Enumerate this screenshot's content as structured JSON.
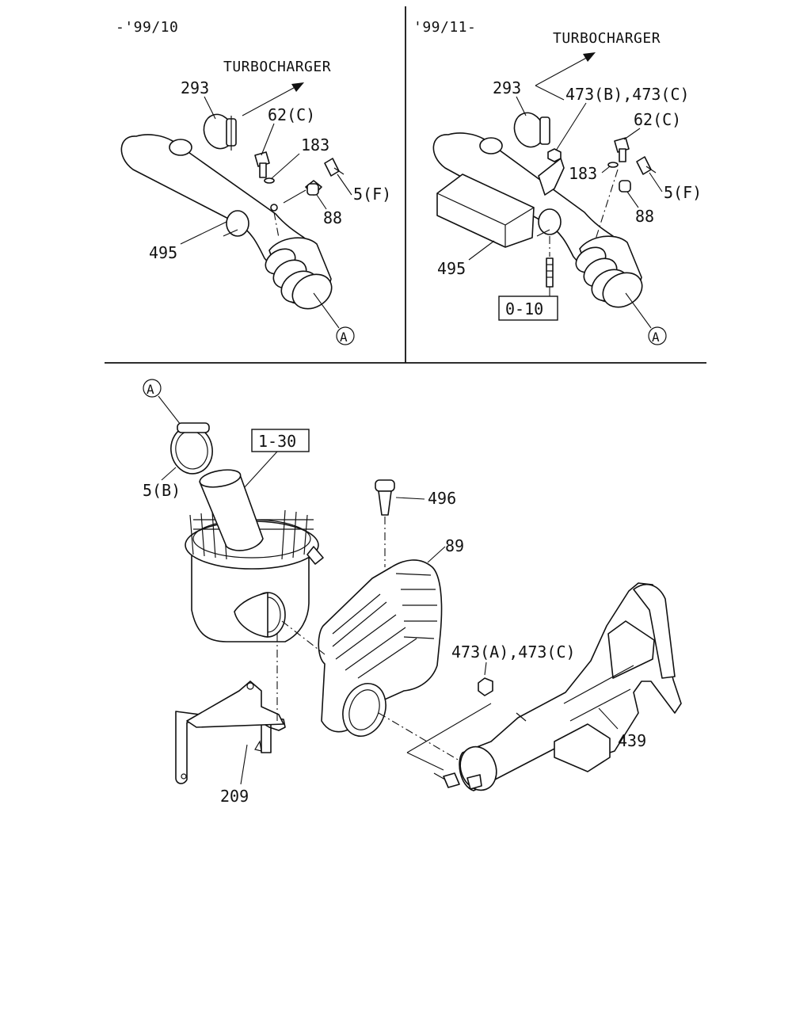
{
  "panels": {
    "left_top": {
      "date_range": "-'99/10",
      "direction_label": "TURBOCHARGER"
    },
    "right_top": {
      "date_range": "'99/11-",
      "direction_label": "TURBOCHARGER"
    }
  },
  "callouts": {
    "lt_293": "293",
    "lt_62c": "62(C)",
    "lt_183": "183",
    "lt_5f": "5(F)",
    "lt_88": "88",
    "lt_495": "495",
    "lt_a": "A",
    "rt_293": "293",
    "rt_473bc": "473(B),473(C)",
    "rt_62c": "62(C)",
    "rt_183": "183",
    "rt_5f": "5(F)",
    "rt_88": "88",
    "rt_495": "495",
    "rt_010": "0-10",
    "rt_a": "A",
    "b_a": "A",
    "b_5b": "5(B)",
    "b_130": "1-30",
    "b_496": "496",
    "b_89": "89",
    "b_473ac": "473(A),473(C)",
    "b_439": "439",
    "b_209": "209"
  }
}
